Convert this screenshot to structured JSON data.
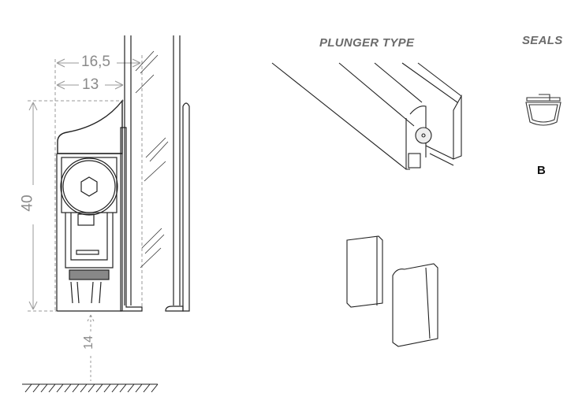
{
  "dimensions": {
    "width_outer": "16,5",
    "width_inner": "13",
    "height": "40",
    "floor_gap": "14"
  },
  "titles": {
    "product_type": "PLUNGER TYPE",
    "seals": "SEALS"
  },
  "seal": {
    "code": "B"
  }
}
